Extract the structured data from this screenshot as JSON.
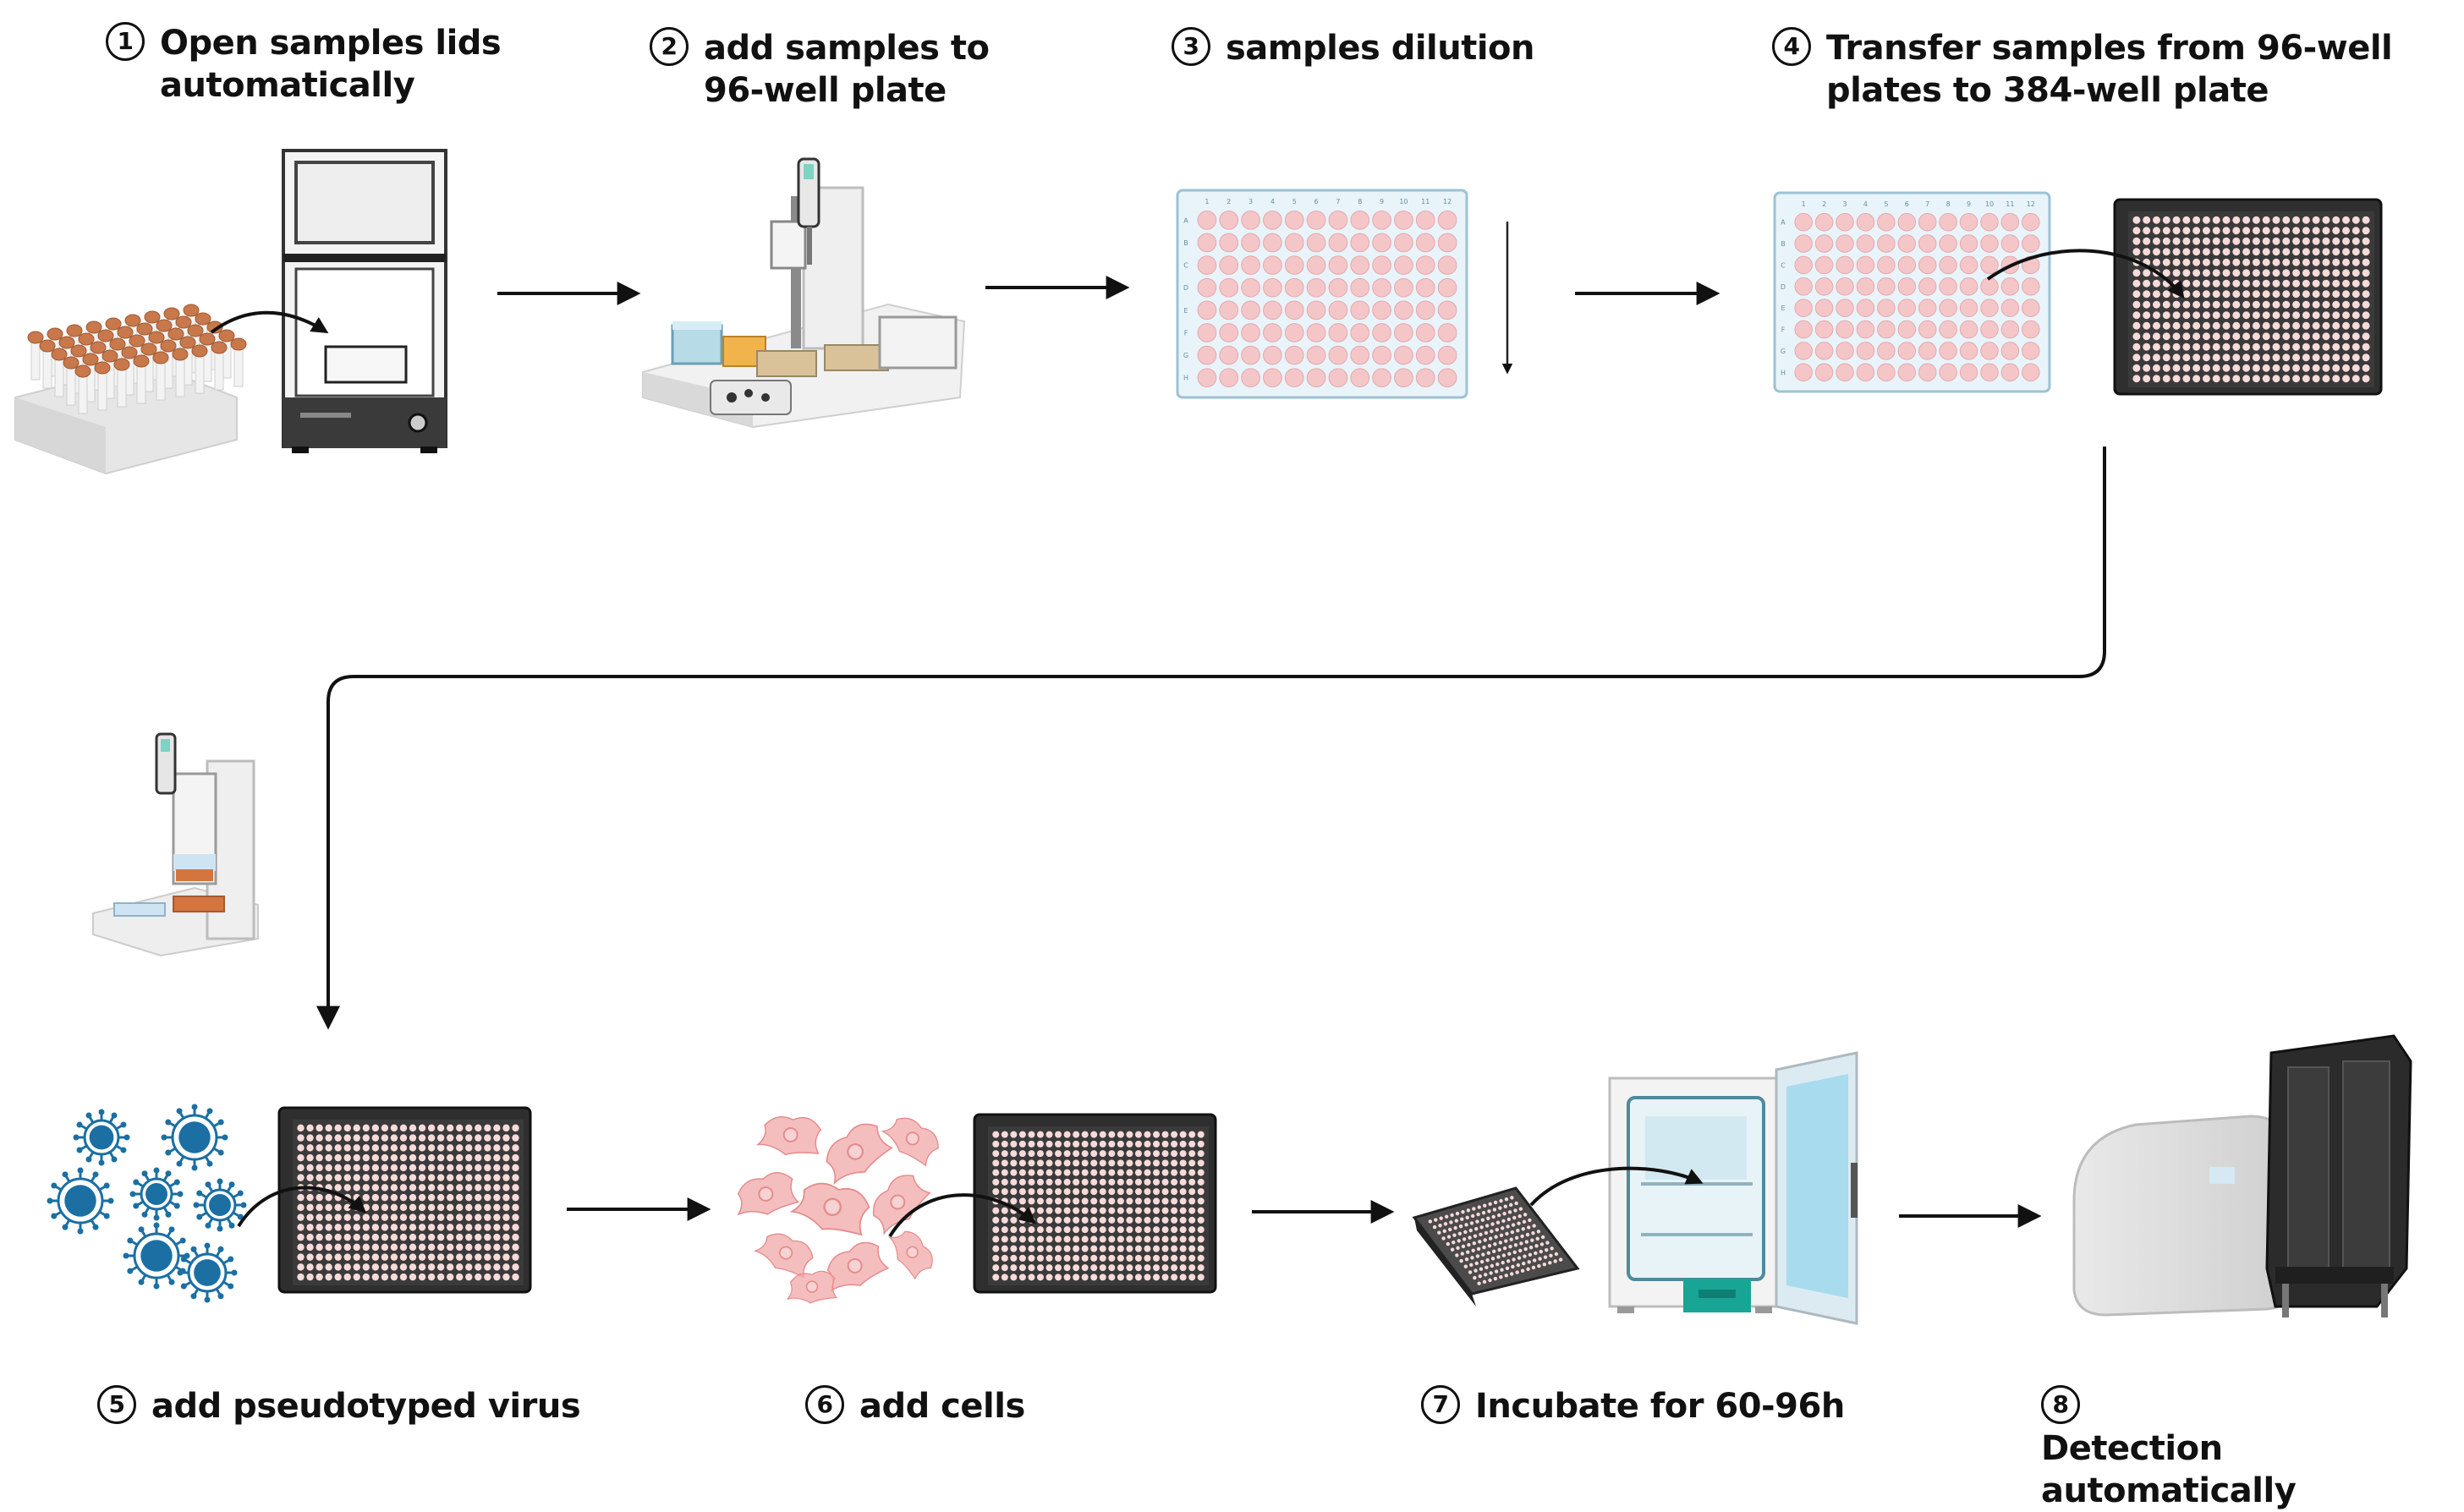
{
  "steps": [
    {
      "num": "1",
      "line1": "Open samples lids",
      "line2": "automatically"
    },
    {
      "num": "2",
      "line1": "add samples  to",
      "line2": "96-well plate"
    },
    {
      "num": "3",
      "line1": "samples dilution",
      "line2": ""
    },
    {
      "num": "4",
      "line1": "Transfer samples from 96-well",
      "line2": "plates to 384-well plate"
    },
    {
      "num": "5",
      "line1": "add pseudotyped virus",
      "line2": ""
    },
    {
      "num": "6",
      "line1": "add cells",
      "line2": ""
    },
    {
      "num": "7",
      "line1": "Incubate for 60-96h",
      "line2": ""
    },
    {
      "num": "8",
      "line1": "Detection automatically",
      "line2": ""
    }
  ],
  "plate96": {
    "rows": [
      "A",
      "B",
      "C",
      "D",
      "E",
      "F",
      "G",
      "H"
    ],
    "cols": [
      "1",
      "2",
      "3",
      "4",
      "5",
      "6",
      "7",
      "8",
      "9",
      "10",
      "11",
      "12"
    ]
  },
  "colors": {
    "well_pink": "#f5c6c8",
    "plate_blue": "#e3f1f8",
    "plate_dark": "#2b2b2b",
    "virus_blue": "#1b6fa3",
    "cell_pink": "#f1a8a8",
    "tube_cap": "#c8784a",
    "teal": "#19a596"
  }
}
